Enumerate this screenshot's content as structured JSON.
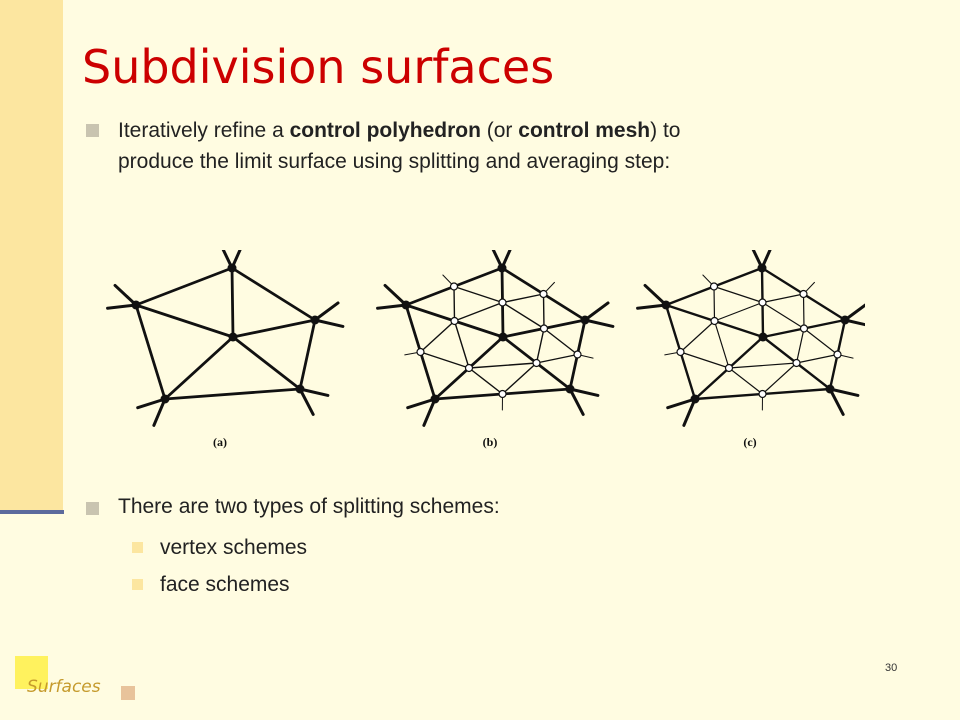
{
  "slide": {
    "title": "Subdivision surfaces",
    "bullet1": {
      "part1": "Iteratively refine a ",
      "bold1": "control polyhedron",
      "part2": " (or ",
      "bold2": "control mesh",
      "part3": ") to",
      "line2": "produce the limit surface using splitting and averaging step:"
    },
    "figure": {
      "labels": [
        "(a)",
        "(b)",
        "(c)"
      ]
    },
    "bullet2": "There are two types of splitting schemes:",
    "sub_bullets": [
      "vertex schemes",
      "face schemes"
    ],
    "footer": "Surfaces",
    "page_number": "30"
  },
  "colors": {
    "title": "#CC0000",
    "background": "#FFFCE1",
    "side_bar": "#FCE6A0",
    "side_line": "#5C6A9C",
    "footer": "#C59A2C"
  }
}
